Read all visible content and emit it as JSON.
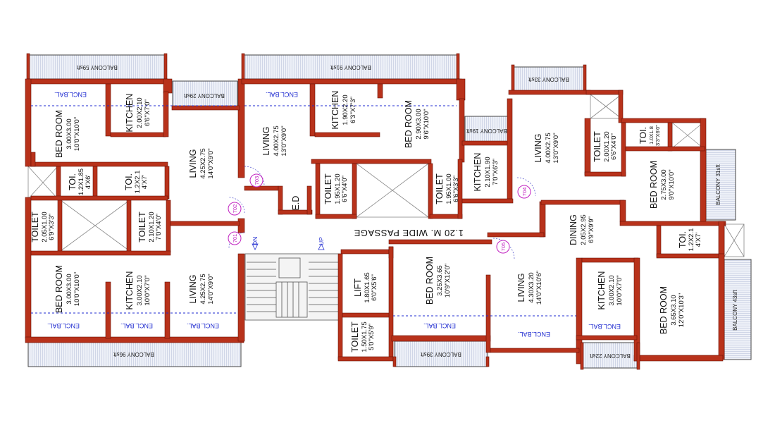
{
  "rooms": {
    "bed_tl": {
      "name": "BED ROOM",
      "dim_m": "3.00X3.00",
      "dim_ft": "10'0\"X10'0\""
    },
    "kit_tl": {
      "name": "KITCHEN",
      "dim_m": "2.00X2.10",
      "dim_ft": "6'6\"X7'0\""
    },
    "liv_tl": {
      "name": "LIVING",
      "dim_m": "4.25X2.75",
      "dim_ft": "14'0\"X9'0\""
    },
    "toi_a": {
      "name": "TOI.",
      "dim_m": "1.2X1.85",
      "dim_ft": "4'X6'"
    },
    "toi_b": {
      "name": "TOI.",
      "dim_m": "1.2X2.1",
      "dim_ft": "4'X7'"
    },
    "toilet_l1": {
      "name": "TOILET",
      "dim_m": "2.05X1.00",
      "dim_ft": "6'9\"X3'3\""
    },
    "toilet_l2": {
      "name": "TOILET",
      "dim_m": "2.10X1.20",
      "dim_ft": "7'0\"X4'0\""
    },
    "bed_bl": {
      "name": "BED ROOM",
      "dim_m": "3.00X3.00",
      "dim_ft": "10'0\"X10'0\""
    },
    "kit_bl": {
      "name": "KITCHEN",
      "dim_m": "3.00X2.10",
      "dim_ft": "10'0\"X7'0\""
    },
    "liv_bl": {
      "name": "LIVING",
      "dim_m": "4.25X2.75",
      "dim_ft": "14'0\"X9'0\""
    },
    "liv_tc": {
      "name": "LIVING",
      "dim_m": "4.00X2.75",
      "dim_ft": "13'0\"X9'0\""
    },
    "kit_tc": {
      "name": "KITCHEN",
      "dim_m": "1.90X2.20",
      "dim_ft": "6'3\"X7'3\""
    },
    "bed_tc": {
      "name": "BED ROOM",
      "dim_m": "2.90X3.00",
      "dim_ft": "9'6\"X10'0\""
    },
    "toilet_c1": {
      "name": "TOILET",
      "dim_m": "1.95X1.20",
      "dim_ft": "6'6\"X4'0\""
    },
    "toilet_c2": {
      "name": "TOILET",
      "dim_m": "1.95X1.00",
      "dim_ft": "6'6\"X3'3\""
    },
    "ed": {
      "name": "E.D"
    },
    "kit_tr": {
      "name": "KITCHEN",
      "dim_m": "2.10X1.90",
      "dim_ft": "7'0\"X6'3\""
    },
    "liv_tr": {
      "name": "LIVING",
      "dim_m": "4.00X2.75",
      "dim_ft": "13'0\"X9'0\""
    },
    "toilet_r": {
      "name": "TOILET",
      "dim_m": "2.00X1.20",
      "dim_ft": "6'6\"X4'0\""
    },
    "toi_r1": {
      "name": "TOI.",
      "dim_m": "1.0X1.8",
      "dim_ft": "3'3\"X6'0\""
    },
    "bed_r": {
      "name": "BED ROOM",
      "dim_m": "2.75X3.00",
      "dim_ft": "9'0\"X10'0\""
    },
    "dining": {
      "name": "DINING",
      "dim_m": "2.05X2.95",
      "dim_ft": "6'9\"X9'9\""
    },
    "toi_r2": {
      "name": "TOI.",
      "dim_m": "1.2X2.1",
      "dim_ft": "4'X7'"
    },
    "lift": {
      "name": "LIFT",
      "dim_m": "1.80X1.65",
      "dim_ft": "6'0\"X5'6\""
    },
    "toilet_bc": {
      "name": "TOILET",
      "dim_m": "1.50X1.75",
      "dim_ft": "5'0\"X5'9\""
    },
    "bed_bc": {
      "name": "BED ROOM",
      "dim_m": "3.25X3.65",
      "dim_ft": "10'9\"X12'0\""
    },
    "liv_br": {
      "name": "LIVING",
      "dim_m": "4.30X3.20",
      "dim_ft": "14'0\"X10'6\""
    },
    "kit_br": {
      "name": "KITCHEN",
      "dim_m": "3.00X2.10",
      "dim_ft": "10'0\"X7'0\""
    },
    "bed_br": {
      "name": "BED ROOM",
      "dim_m": "3.65X3.10",
      "dim_ft": "12'0\"X10'3\""
    }
  },
  "balconies": {
    "b59": "BALCONY 59sft",
    "b29": "BALCONY 29sft",
    "b91": "BALCONY 91sft",
    "b19": "BALCONY 19sft",
    "b33": "BALCONY 33sft",
    "b31": "BALCONY 31sft",
    "b43": "BALCONY 43sft",
    "b96": "BALCONY 96sft",
    "b39": "BALCONY 39sft",
    "b22": "BALCONY 22sft"
  },
  "encl": "ENCL.BAL.",
  "passage": "1.20 M. WIDE PASSAGE",
  "flats": [
    "701",
    "702",
    "703",
    "704",
    "705"
  ],
  "stairs": {
    "dn": "DN",
    "up": "UP"
  },
  "colors": {
    "wall": "#b8321b",
    "wall_dark": "#6b1208",
    "encl": "#1f2bd0",
    "flat_tag": "#c020c0",
    "balcony_hatch": "#9aa6c8"
  }
}
